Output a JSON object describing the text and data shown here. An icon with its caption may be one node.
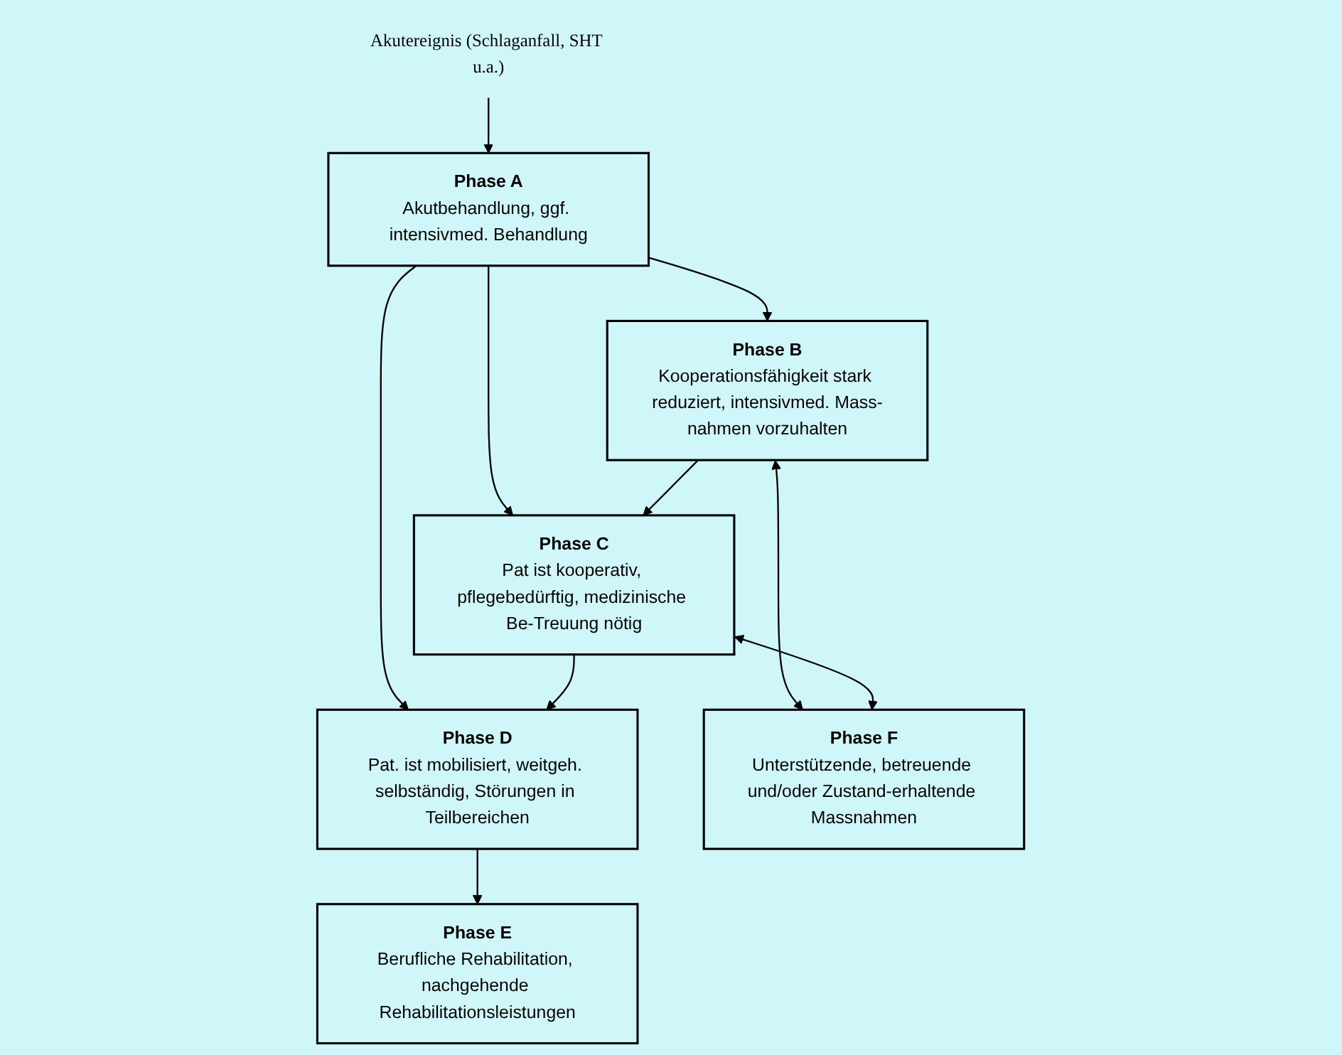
{
  "diagram": {
    "nodes": [
      {
        "text": [
          "Akutereignis (Schlaganfall, SHT u.a.)"
        ]
      },
      {
        "text": [
          "Phase A",
          "Akutbehandlung, ggf. intensivmed. Behandlung"
        ]
      },
      {
        "text": [
          "Phase B",
          "Kooperationsfähigkeit stark reduziert, intensivmed. Mass-nahmen vorzuhalten"
        ]
      },
      {
        "text": [
          "Phase C",
          "Pat ist kooperativ, pflegebedürftig, medizinische Be-Treuung nötig"
        ]
      },
      {
        "text": [
          "Phase D",
          "Pat. ist mobilisiert, weitgeh. selbständig, Störungen in Teilbereichen"
        ]
      },
      {
        "text": [
          "Phase F",
          "Unterstützende, betreuende und/oder Zustand-erhaltende Massnahmen"
        ]
      },
      {
        "text": [
          "Phase E",
          "Berufliche Rehabilitation, nachgehende Rehabilitationsleistungen"
        ]
      }
    ],
    "edges": [
      {
        "from": 0,
        "to": 1,
        "arrow": "to"
      },
      {
        "from": 1,
        "to": 2,
        "arrow": "to"
      },
      {
        "from": 1,
        "to": 3,
        "arrow": "to"
      },
      {
        "from": 1,
        "to": 4,
        "arrow": "to"
      },
      {
        "from": 2,
        "to": 3,
        "arrow": "to"
      },
      {
        "from": 3,
        "to": 4,
        "arrow": "to"
      },
      {
        "from": 2,
        "to": 5,
        "arrow": "both"
      },
      {
        "from": 3,
        "to": 5,
        "arrow": "both"
      },
      {
        "from": 4,
        "to": 6,
        "arrow": "to"
      }
    ]
  }
}
